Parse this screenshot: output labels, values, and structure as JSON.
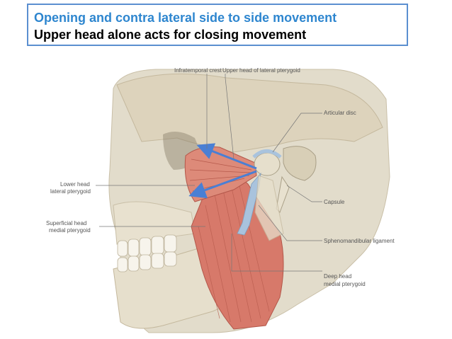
{
  "title": {
    "line1": "Opening  and contra lateral side to side movement",
    "line2": "Upper head alone acts for closing movement"
  },
  "labels": {
    "infratemporal_crest": "Infratemporal crest",
    "upper_head": "Upper head of lateral pterygoid",
    "articular_disc": "Articular disc",
    "lower_head_1": "Lower head",
    "lower_head_2": "lateral pterygoid",
    "capsule": "Capsule",
    "superficial_head_1": "Superficial head",
    "superficial_head_2": "medial pterygoid",
    "sphenomandibular": "Sphenomandibular ligament",
    "deep_head_1": "Deep head",
    "deep_head_2": "medial pterygoid"
  },
  "colors": {
    "title_blue": "#2e86cf",
    "border_blue": "#5b8fd0",
    "arrow_blue": "#4a7fd4",
    "bone": "#e2dccb",
    "muscle": "#d7796a",
    "ligament": "#a9c3dd"
  }
}
